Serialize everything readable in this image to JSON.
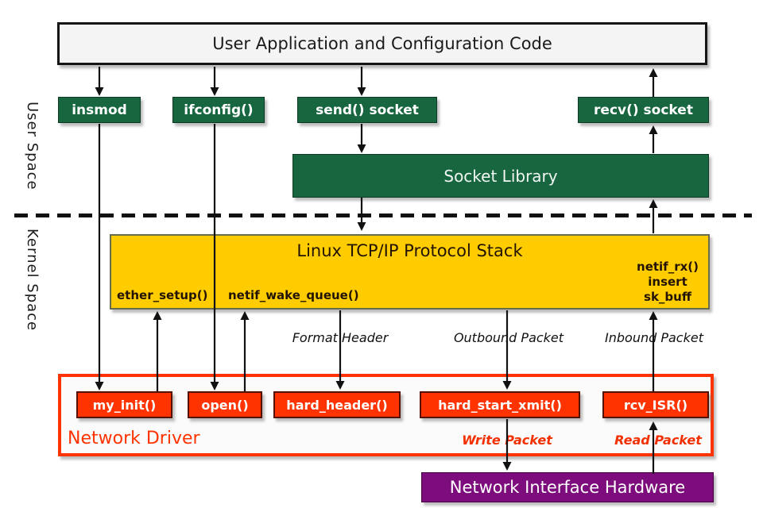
{
  "diagram": {
    "top_box_label": "User Application and Configuration Code",
    "regions": {
      "user_space": "User Space",
      "kernel_space": "Kernel Space"
    },
    "user_space_nodes": [
      "insmod",
      "ifconfig()",
      "send() socket",
      "recv() socket"
    ],
    "socket_library_label": "Socket Library",
    "tcpip_stack": {
      "title": "Linux TCP/IP Protocol Stack",
      "ether_setup": "ether_setup()",
      "netif_wake_queue": "netif_wake_queue()",
      "rx_lines": [
        "netif_rx()",
        "insert",
        "sk_buff"
      ]
    },
    "flow_labels": {
      "format_header": "Format Header",
      "outbound_packet": "Outbound Packet",
      "inbound_packet": "Inbound Packet",
      "write_packet": "Write Packet",
      "read_packet": "Read Packet"
    },
    "driver": {
      "title": "Network Driver",
      "functions": [
        "my_init()",
        "open()",
        "hard_header()",
        "hard_start_xmit()",
        "rcv_ISR()"
      ]
    },
    "hardware_label": "Network Interface Hardware",
    "colors": {
      "green": "#17663F",
      "yellow": "#FFCC00",
      "orange_red": "#FF3300",
      "purple": "#7D0C7D",
      "ink": "#111111",
      "panel": "#F4F4F4"
    }
  }
}
